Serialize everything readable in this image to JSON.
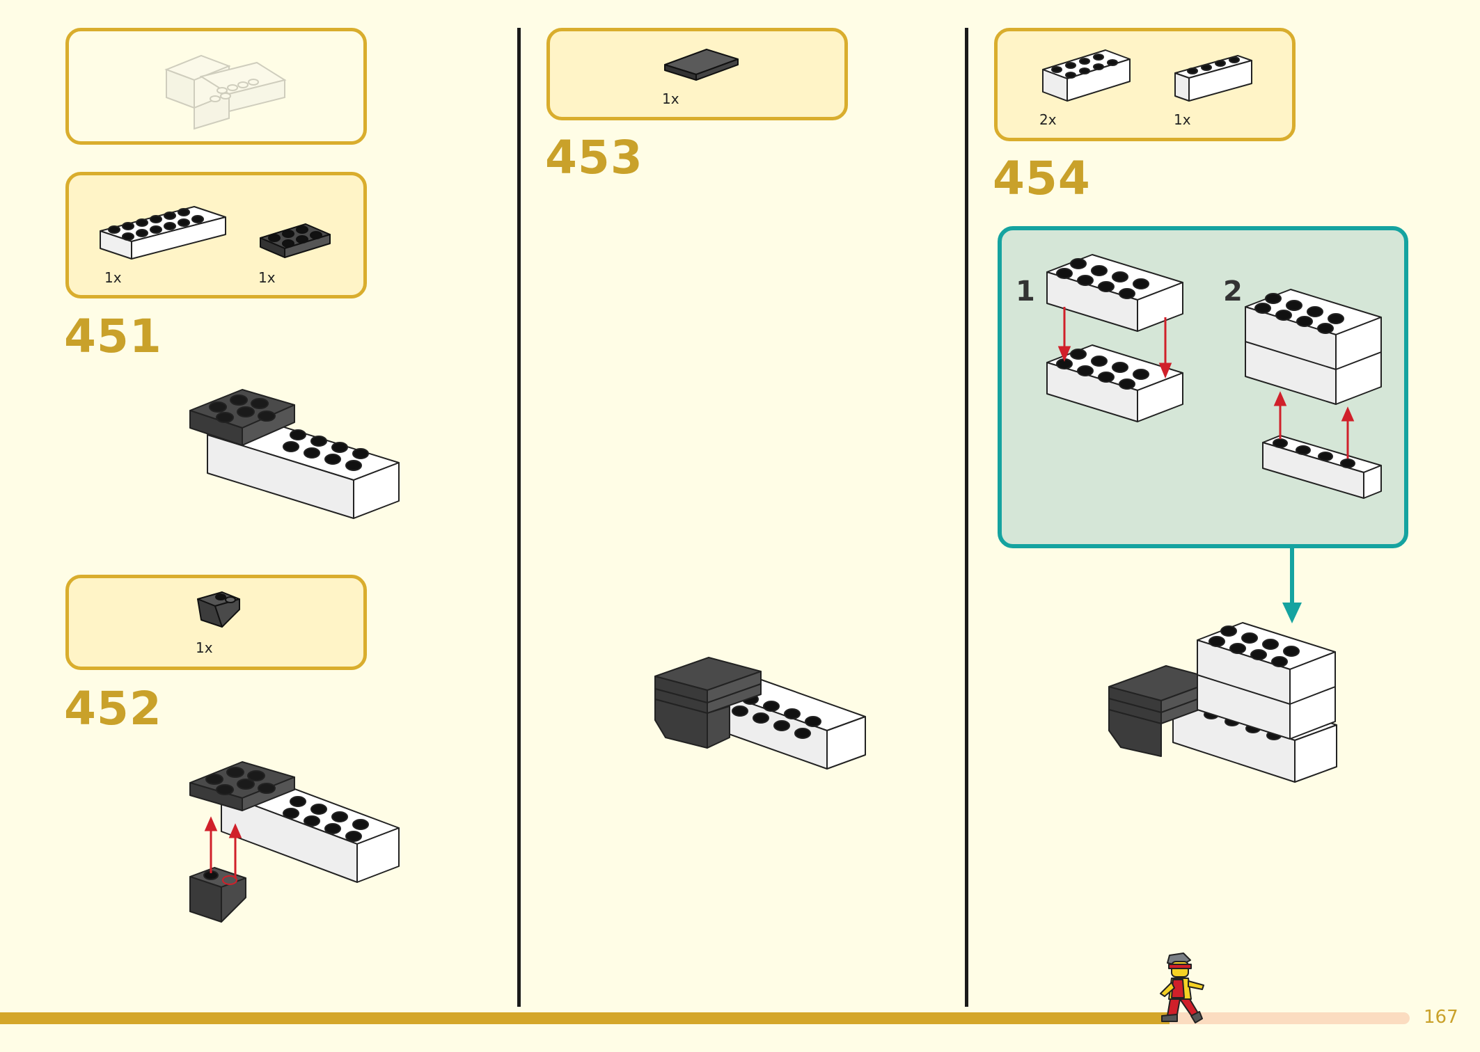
{
  "page": {
    "number": "167"
  },
  "colors": {
    "background": "#fffde6",
    "accent": "#d9ad2d",
    "step_number": "#c9a12a",
    "callout_border": "#15a3a0",
    "callout_fill": "#d5e6d7",
    "arrow_red": "#d0202a",
    "brick_dark": "#4a4a4a",
    "brick_white": "#ffffff"
  },
  "steps": [
    {
      "number": "451",
      "parts": [
        {
          "qty": "1x",
          "part": "white-brick-2x6"
        },
        {
          "qty": "1x",
          "part": "dark-gray-plate-2x3"
        }
      ]
    },
    {
      "number": "452",
      "parts": [
        {
          "qty": "1x",
          "part": "dark-gray-inverted-slope"
        }
      ]
    },
    {
      "number": "453",
      "parts": [
        {
          "qty": "1x",
          "part": "dark-gray-tile"
        }
      ]
    },
    {
      "number": "454",
      "parts": [
        {
          "qty": "2x",
          "part": "white-brick-2x4"
        },
        {
          "qty": "1x",
          "part": "white-brick-1x4"
        }
      ],
      "substeps": [
        {
          "number": "1"
        },
        {
          "number": "2"
        }
      ]
    }
  ],
  "icons": {
    "preview": "faded-assembly-preview-icon",
    "minifig": "running-minifigure-icon"
  }
}
